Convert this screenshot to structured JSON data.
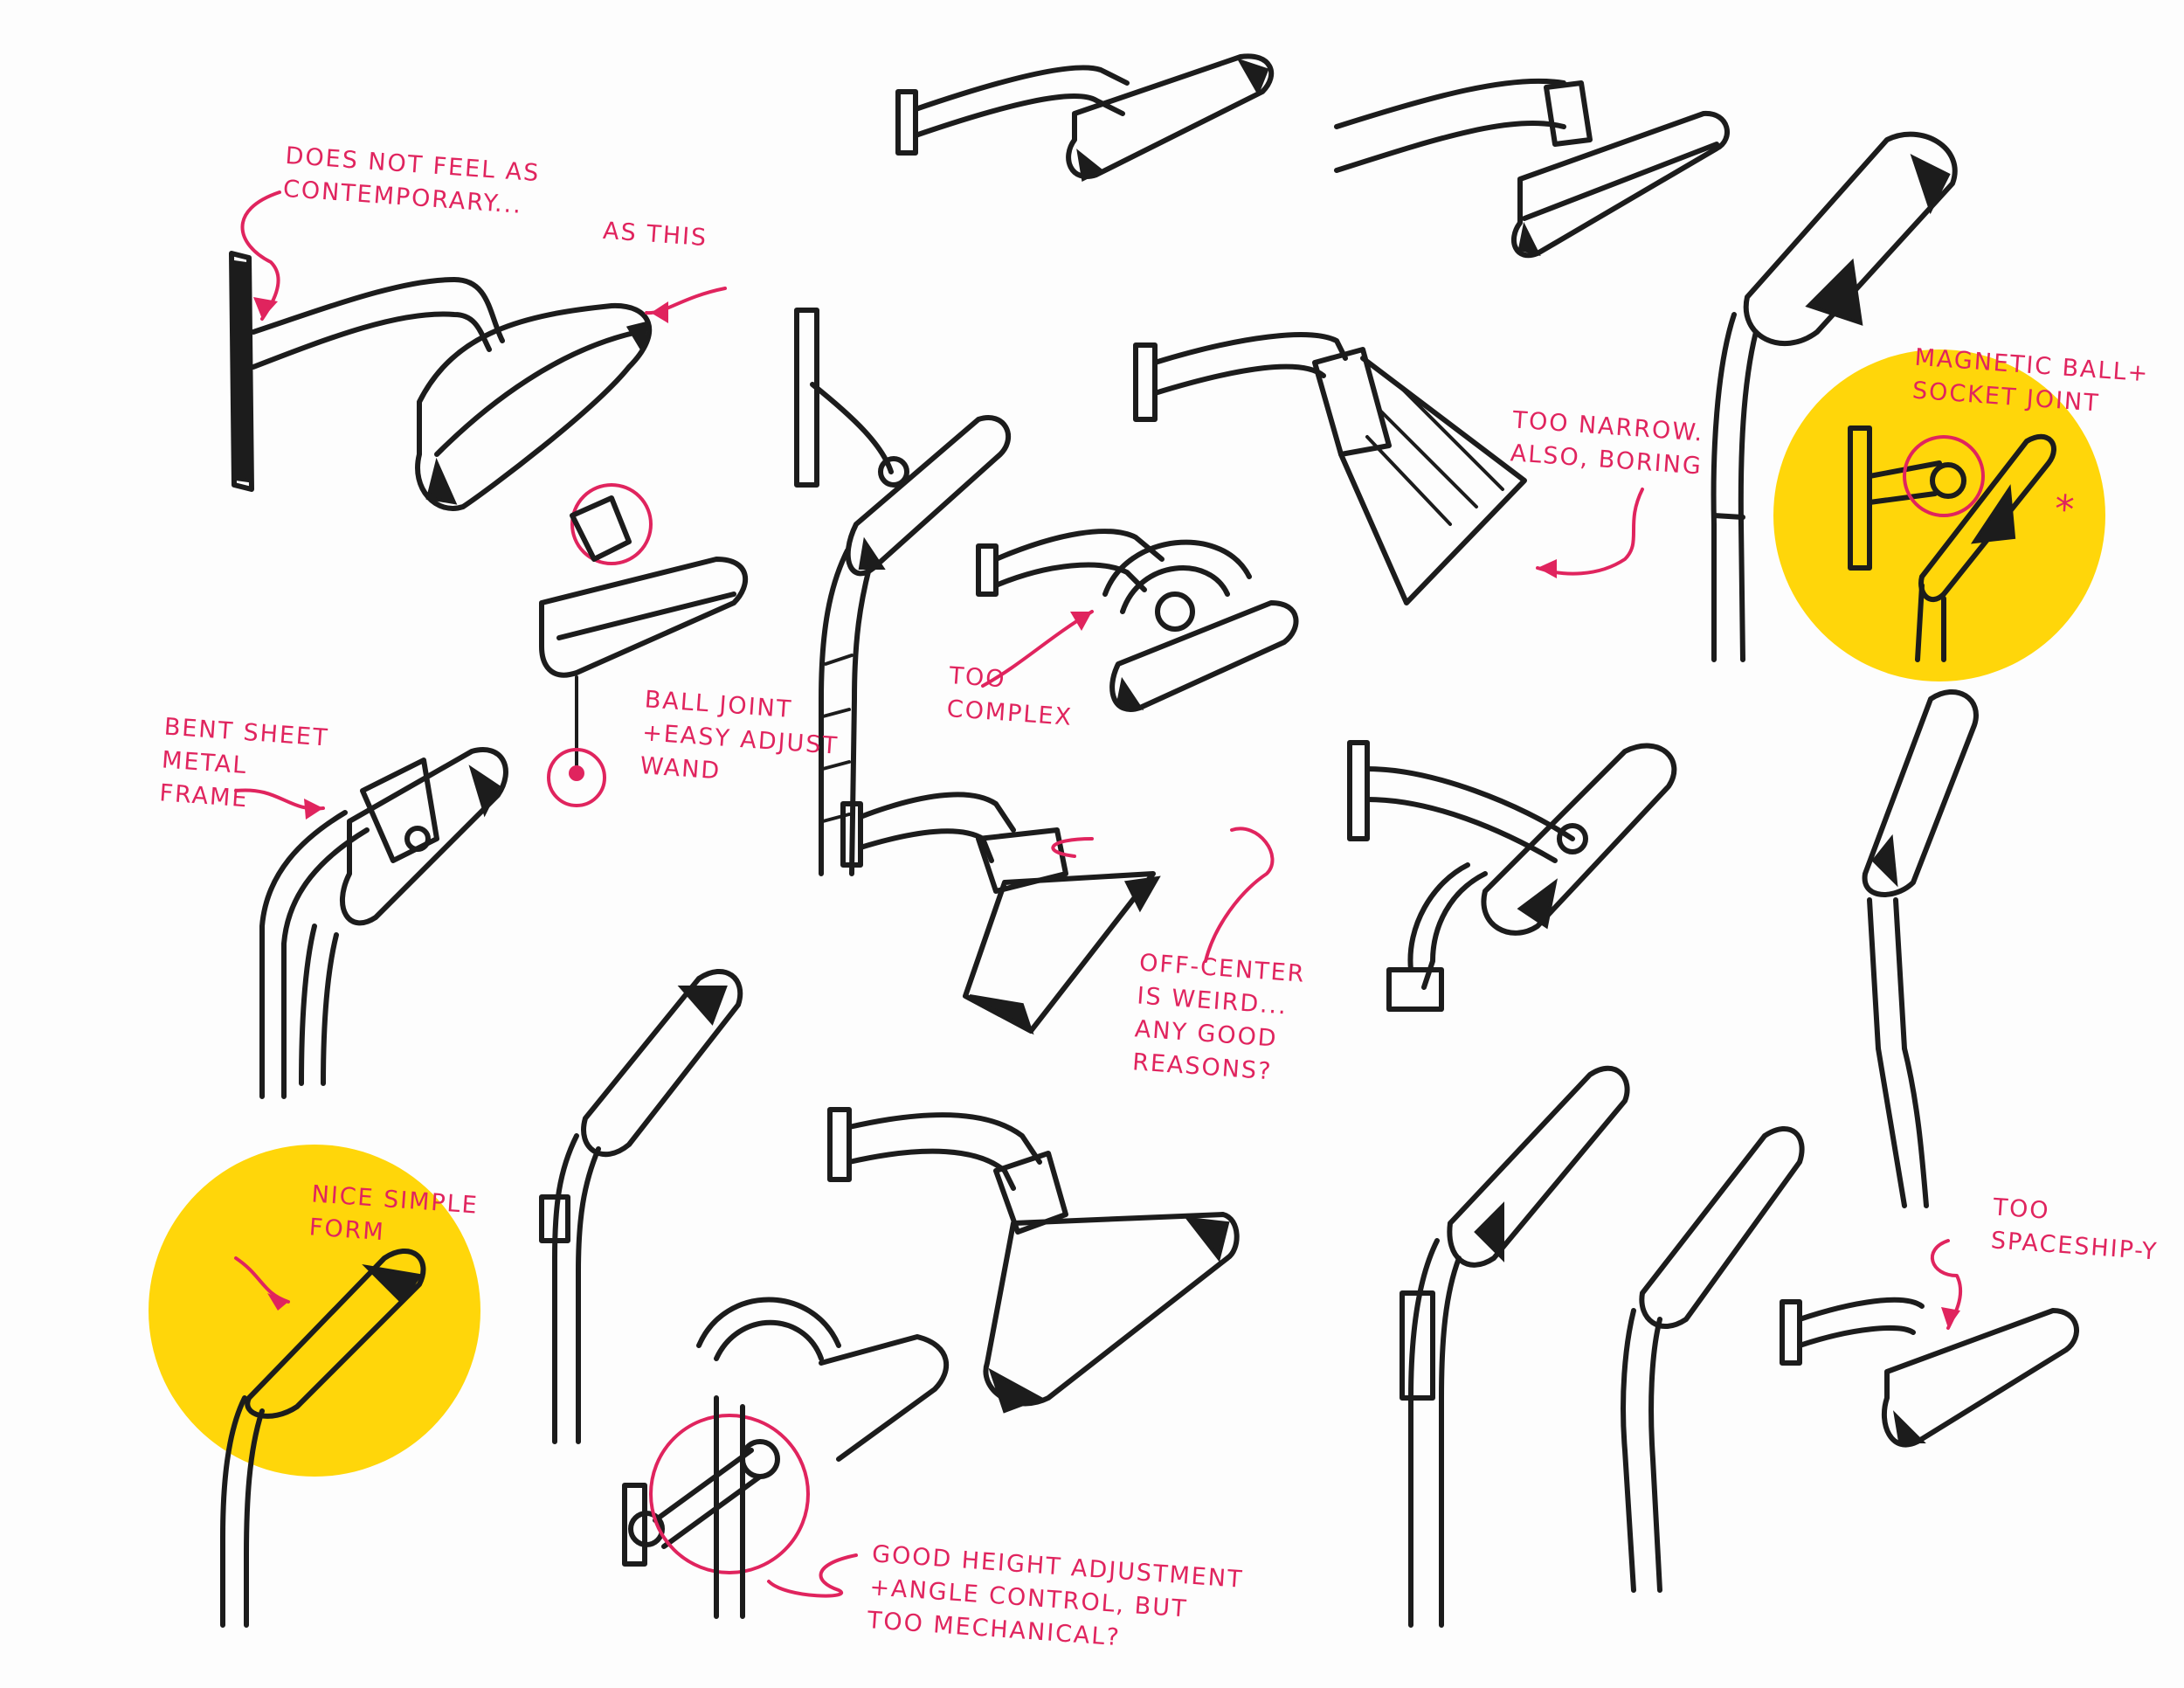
{
  "palette": {
    "ink": "#1c1c1c",
    "annotation": "#e0245e",
    "highlight": "#ffd60a",
    "paper": "#fdfdfd"
  },
  "notes": {
    "n1": "DOES NOT FEEL AS\nCONTEMPORARY...",
    "n2": "AS THIS",
    "n3": "BALL JOINT\n+EASY ADJUST\nWAND",
    "n4": "BENT SHEET\nMETAL\nFRAME",
    "n5": "TOO\nCOMPLEX",
    "n6": "TOO NARROW.\nALSO, BORING",
    "n7": "MAGNETIC BALL+\nSOCKET JOINT",
    "n8": "OFF-CENTER\nIS WEIRD...\nANY GOOD\nREASONS?",
    "n9": "NICE SIMPLE\nFORM",
    "n10": "GOOD HEIGHT ADJUSTMENT\n+ANGLE CONTROL, BUT\nTOO MECHANICAL?",
    "n11": "TOO\nSPACESHIP-Y",
    "star": "*"
  }
}
